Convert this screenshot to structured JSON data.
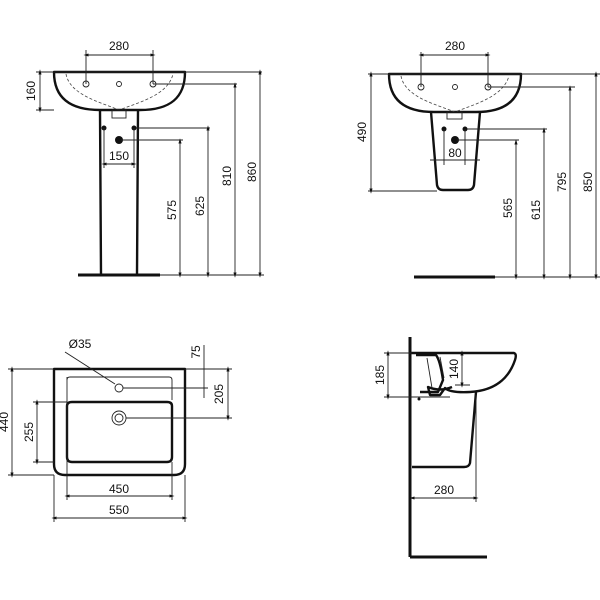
{
  "front_pedestal": {
    "width_taps": "280",
    "basin_height": "160",
    "hole_spacing": "150",
    "h_waste": "575",
    "h_supply": "625",
    "h_taps": "810",
    "h_total": "860"
  },
  "front_semi_pedestal": {
    "width_taps": "280",
    "semi_pedestal_height": "490",
    "hole_spacing": "80",
    "h_waste": "565",
    "h_supply": "615",
    "h_taps": "795",
    "h_total": "850"
  },
  "plan": {
    "tap_hole_diameter": "Ø35",
    "tap_hole_offset": "75",
    "drain_offset": "205",
    "depth": "440",
    "bowl_depth": "255",
    "bowl_width": "450",
    "width": "550"
  },
  "side": {
    "rim_height": "185",
    "bowl_height": "140",
    "pedestal_projection": "280"
  }
}
